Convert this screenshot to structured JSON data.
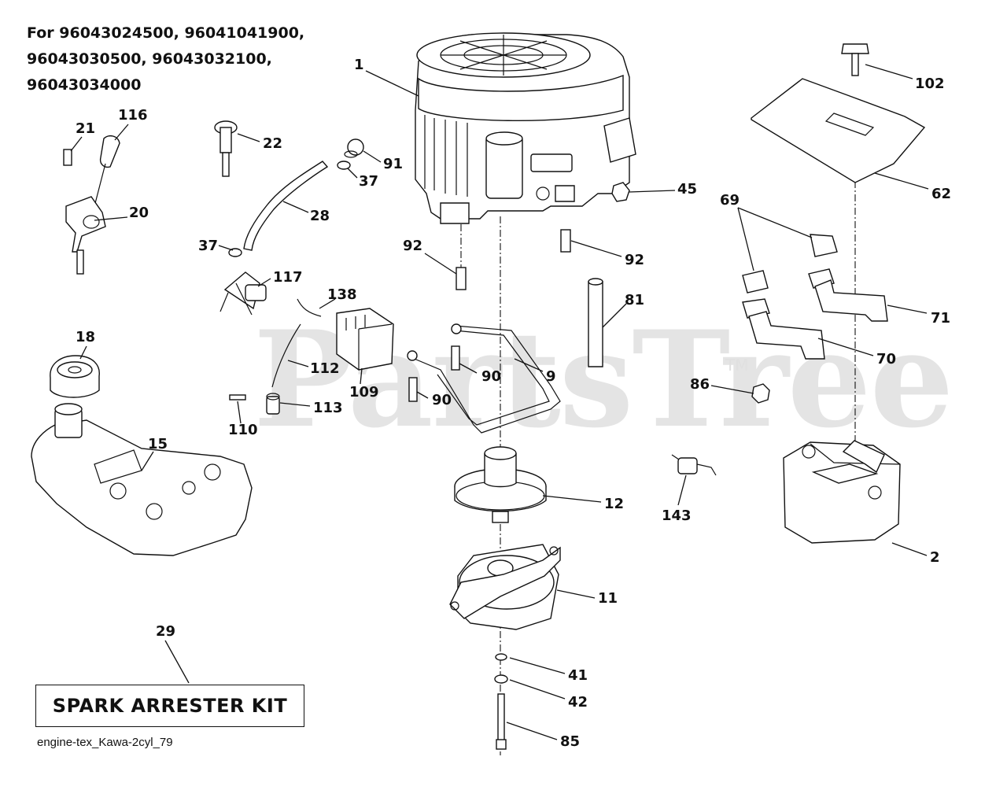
{
  "header": {
    "line1": "For 96043024500, 96041041900,",
    "line2": "96043030500, 96043032100,",
    "line3": "96043034000"
  },
  "watermark": "PartsTree",
  "watermark_tm": "TM",
  "kit_box_label": "SPARK ARRESTER KIT",
  "footer_caption": "engine-tex_Kawa-2cyl_79",
  "callouts": {
    "c1": "1",
    "c102": "102",
    "c116": "116",
    "c21": "21",
    "c22": "22",
    "c91": "91",
    "c37a": "37",
    "c20": "20",
    "c28": "28",
    "c37b": "37",
    "c45": "45",
    "c62": "62",
    "c69": "69",
    "c92a": "92",
    "c92b": "92",
    "c117": "117",
    "c81": "81",
    "c71": "71",
    "c138": "138",
    "c18": "18",
    "c112": "112",
    "c9": "9",
    "c90a": "90",
    "c70": "70",
    "c109": "109",
    "c90b": "90",
    "c86": "86",
    "c113": "113",
    "c110": "110",
    "c15": "15",
    "c12": "12",
    "c143": "143",
    "c2": "2",
    "c11": "11",
    "c29": "29",
    "c41": "41",
    "c42": "42",
    "c85": "85"
  }
}
